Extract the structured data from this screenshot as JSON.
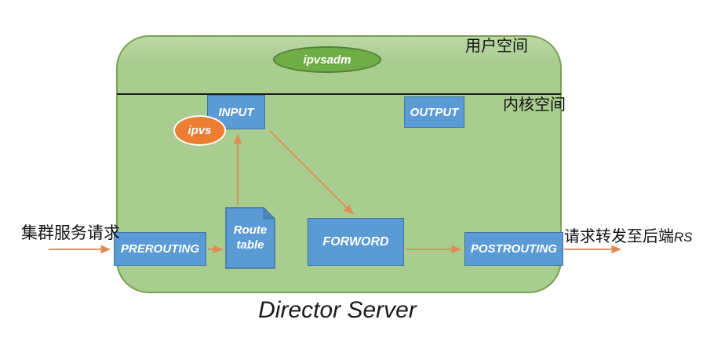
{
  "title": "Director Server",
  "colors": {
    "container_fill": "#a9cc8f",
    "container_border": "#74a351",
    "node_fill": "#5b9bd5",
    "node_border": "#4173a3",
    "ipvs_fill": "#ed7d31",
    "ipvsadm_fill": "#70ad47",
    "ipvsadm_border": "#538135",
    "arrow": "#e08a50",
    "divider": "#1a1a1a"
  },
  "regions": {
    "user_space": "用户空间",
    "kernel_space": "内核空间"
  },
  "tools": {
    "ipvsadm": "ipvsadm",
    "ipvs": "ipvs"
  },
  "chains": {
    "prerouting": "PREROUTING",
    "input": "INPUT",
    "output": "OUTPUT",
    "forward": "FORWORD",
    "postrouting": "POSTROUTING",
    "route_table": "Route\ntable"
  },
  "labels": {
    "incoming_request": "集群服务请求",
    "outgoing_request": "请求转发至后端",
    "outgoing_request_suffix": "RS"
  },
  "arrows": [
    {
      "from": "集群服务请求",
      "to": "PREROUTING"
    },
    {
      "from": "PREROUTING",
      "to": "Route table"
    },
    {
      "from": "Route table",
      "to": "INPUT"
    },
    {
      "from": "INPUT",
      "to": "FORWORD"
    },
    {
      "from": "FORWORD",
      "to": "POSTROUTING"
    },
    {
      "from": "POSTROUTING",
      "to": "请求转发至后端RS"
    }
  ]
}
